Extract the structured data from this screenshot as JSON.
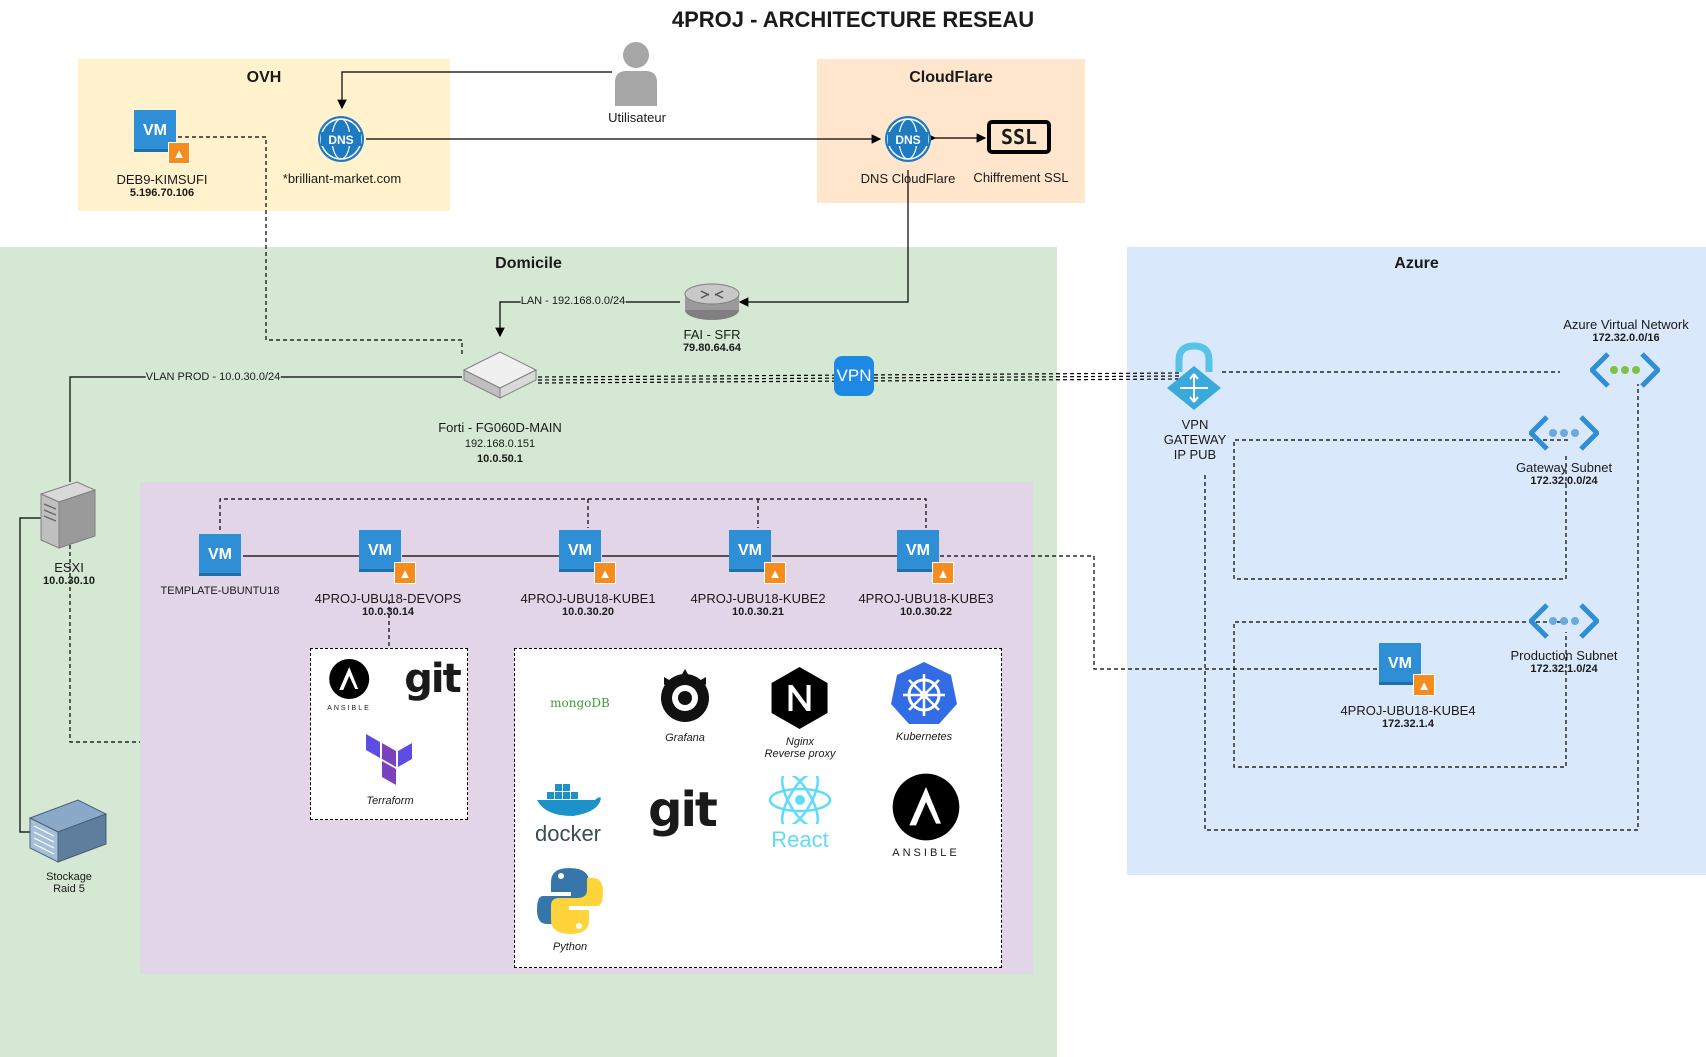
{
  "title": "4PROJ - ARCHITECTURE RESEAU",
  "zones": {
    "ovh": "OVH",
    "cloudflare": "CloudFlare",
    "domicile": "Domicile",
    "azure": "Azure"
  },
  "nodes": {
    "user": "Utilisateur",
    "deb9_name": "DEB9-KIMSUFI",
    "deb9_ip": "5.196.70.106",
    "ovh_dns": "*brilliant-market.com",
    "cf_dns": "DNS CloudFlare",
    "cf_ssl": "Chiffrement SSL",
    "fai_name": "FAI - SFR",
    "fai_ip": "79.80.64.64",
    "lan": "LAN - 192.168.0.0/24",
    "vlan": "VLAN PROD - 10.0.30.0/24",
    "forti_name": "Forti - FG060D-MAIN",
    "forti_ip1": "192.168.0.151",
    "forti_ip2": "10.0.50.1",
    "vpn": "VPN",
    "esxi_name": "ESXI",
    "esxi_ip": "10.0.30.10",
    "storage_line1": "Stockage",
    "storage_line2": "Raid 5",
    "template_name": "TEMPLATE-UBUNTU18",
    "devops_name": "4PROJ-UBU18-DEVOPS",
    "devops_ip": "10.0.30.14",
    "kube1_name": "4PROJ-UBU18-KUBE1",
    "kube1_ip": "10.0.30.20",
    "kube2_name": "4PROJ-UBU18-KUBE2",
    "kube2_ip": "10.0.30.21",
    "kube3_name": "4PROJ-UBU18-KUBE3",
    "kube3_ip": "10.0.30.22",
    "vpngw_line1": "VPN",
    "vpngw_line2": "GATEWAY",
    "vpngw_line3": "IP PUB",
    "vnet_name": "Azure Virtual Network",
    "vnet_ip": "172.32.0.0/16",
    "gwsub_name": "Gateway Subnet",
    "gwsub_ip": "172.32.0.0/24",
    "prodsub_name": "Production Subnet",
    "prodsub_ip": "172.32.1.0/24",
    "kube4_name": "4PROJ-UBU18-KUBE4",
    "kube4_ip": "172.32.1.4",
    "vm_badge": "VM",
    "dns_badge": "DNS",
    "ssl_badge": "SSL"
  },
  "devops_tools": {
    "ansible": "ANSIBLE",
    "git": "git",
    "terraform": "Terraform"
  },
  "kube_tools": {
    "mongodb": "mongoDB",
    "grafana": "Grafana",
    "nginx_line1": "Nginx",
    "nginx_line2": "Reverse proxy",
    "kubernetes": "Kubernetes",
    "docker": "docker",
    "git": "git",
    "react": "React",
    "ansible": "ANSIBLE",
    "python": "Python"
  },
  "colors": {
    "ovh_bg": "#fff2cc",
    "cloudflare_bg": "#ffe6cc",
    "domicile_bg": "#d5e8d4",
    "azure_bg": "#dae8fc",
    "cluster_bg": "#e1d5e7",
    "vm_blue": "#2e8fd6",
    "linux_orange": "#f58c1e",
    "vpn_blue": "#1e88e5"
  }
}
